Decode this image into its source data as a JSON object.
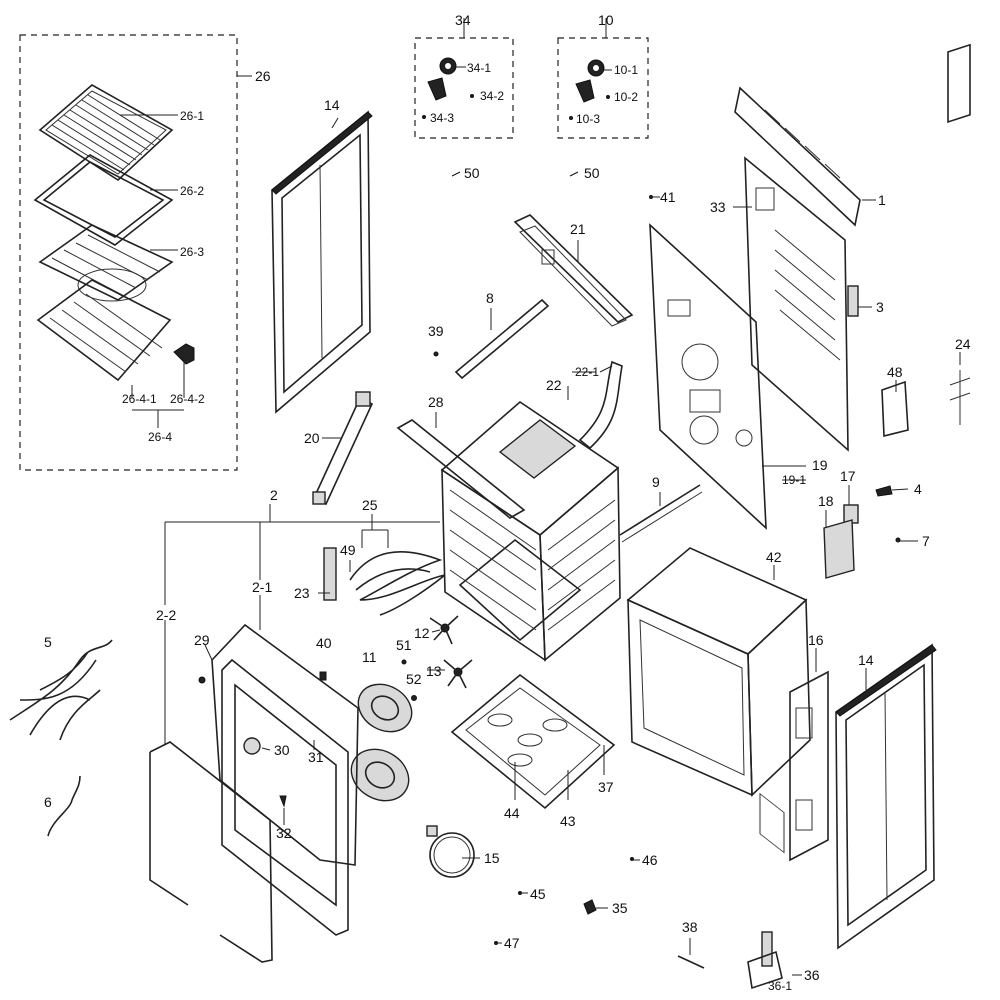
{
  "labels": {
    "l1": "1",
    "l2": "2",
    "l2_1": "2-1",
    "l2_2": "2-2",
    "l3": "3",
    "l4": "4",
    "l5": "5",
    "l6": "6",
    "l7": "7",
    "l8": "8",
    "l9": "9",
    "l10": "10",
    "l10_1": "10-1",
    "l10_2": "10-2",
    "l10_3": "10-3",
    "l11": "11",
    "l12": "12",
    "l13": "13",
    "l14a": "14",
    "l14b": "14",
    "l15": "15",
    "l16": "16",
    "l17": "17",
    "l18": "18",
    "l19": "19",
    "l19_1": "19-1",
    "l20": "20",
    "l21": "21",
    "l22": "22",
    "l22_1": "22-1",
    "l23": "23",
    "l24": "24",
    "l25": "25",
    "l26": "26",
    "l26_1": "26-1",
    "l26_2": "26-2",
    "l26_3": "26-3",
    "l26_4": "26-4",
    "l26_4_1": "26-4-1",
    "l26_4_2": "26-4-2",
    "l28": "28",
    "l29": "29",
    "l30": "30",
    "l31": "31",
    "l32": "32",
    "l33": "33",
    "l34": "34",
    "l34_1": "34-1",
    "l34_2": "34-2",
    "l34_3": "34-3",
    "l35": "35",
    "l36": "36",
    "l36_1": "36-1",
    "l37": "37",
    "l38": "38",
    "l39": "39",
    "l40": "40",
    "l41": "41",
    "l42": "42",
    "l43": "43",
    "l44": "44",
    "l45": "45",
    "l46": "46",
    "l47": "47",
    "l48": "48",
    "l49": "49",
    "l50a": "50",
    "l50b": "50",
    "l51": "51",
    "l52": "52"
  }
}
